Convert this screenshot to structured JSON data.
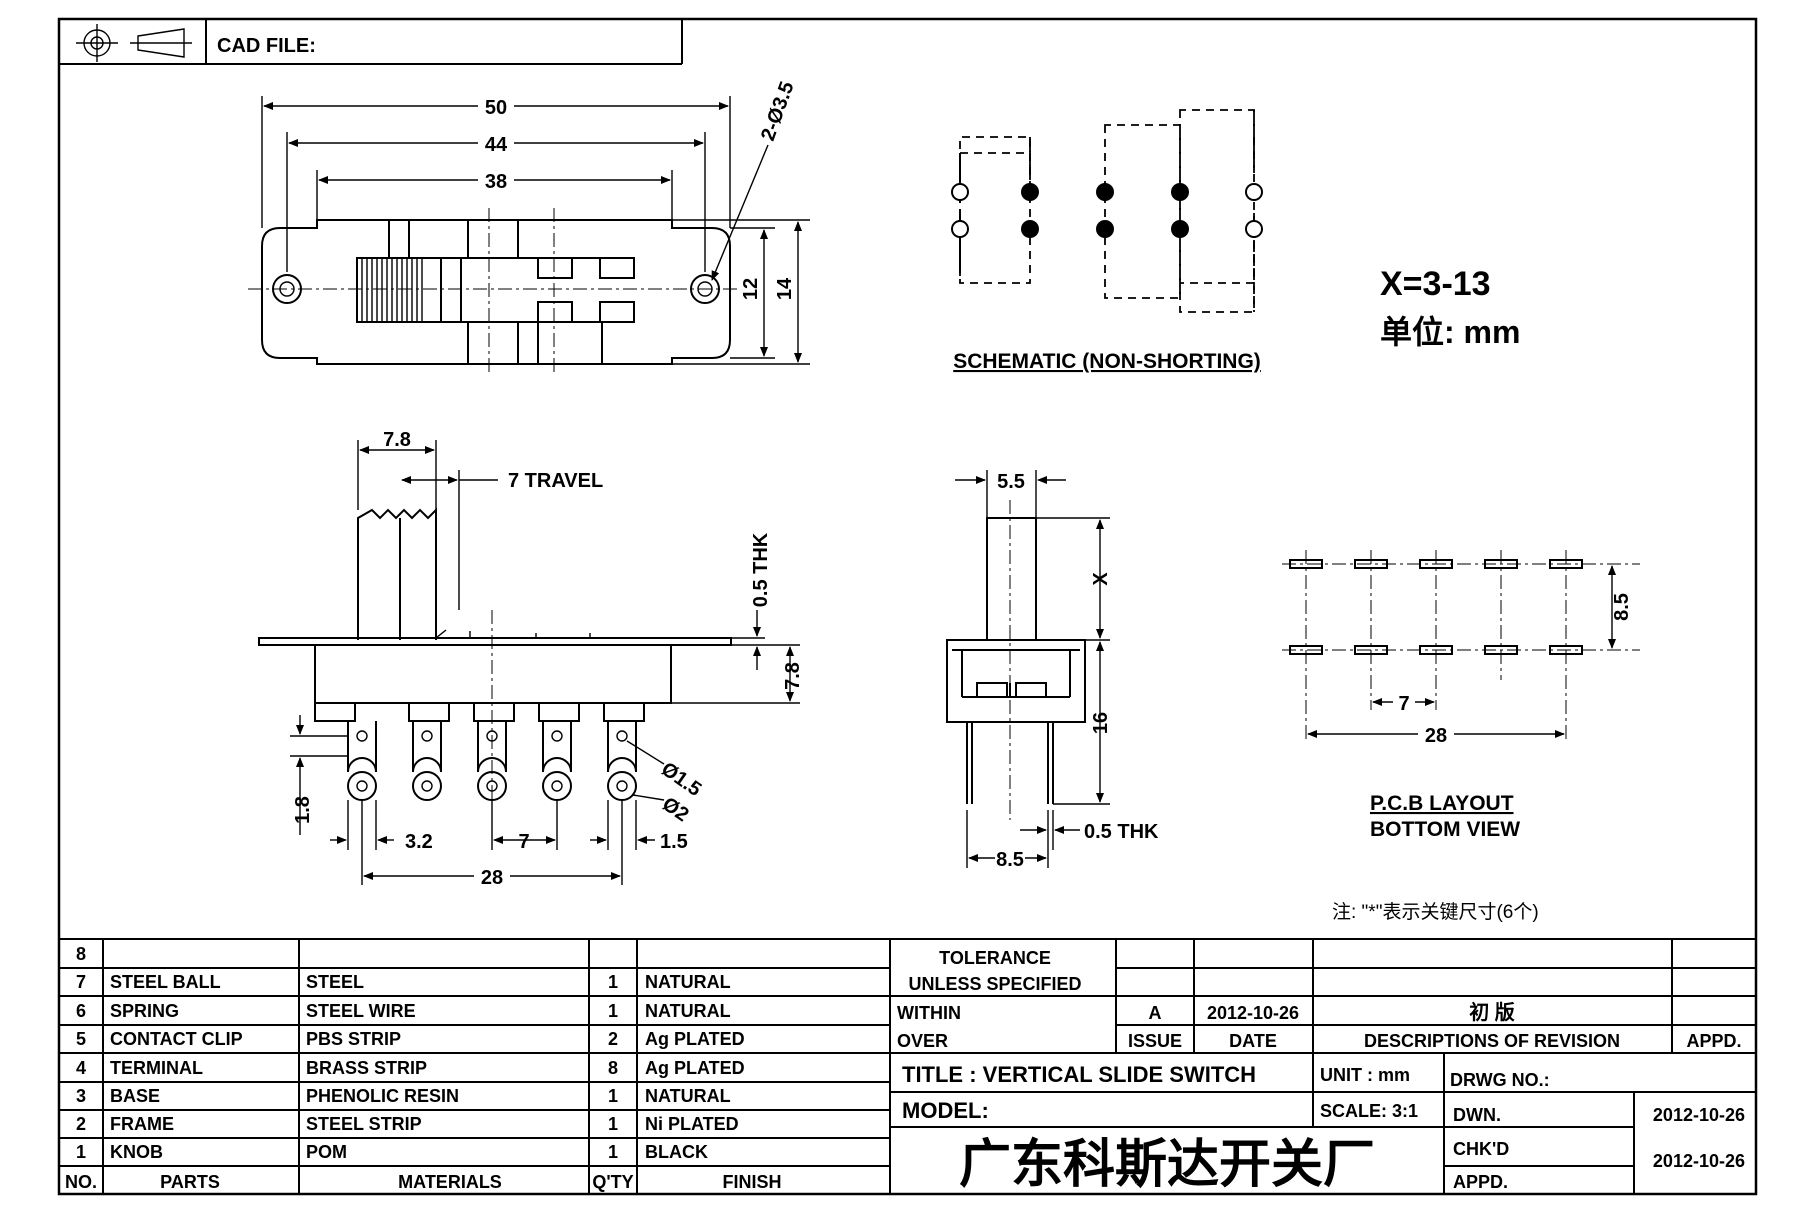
{
  "header": {
    "cad_file_label": "CAD FILE:"
  },
  "top_view": {
    "dims": {
      "d50": "50",
      "d44": "44",
      "d38": "38",
      "hole": "2-Ø3.5",
      "d12": "12",
      "d14": "14"
    }
  },
  "schematic": {
    "title": "SCHEMATIC (NON-SHORTING)"
  },
  "note_x": "X=3-13",
  "unit_note": "单位: mm",
  "side_view": {
    "dims": {
      "d7_8_top": "7.8",
      "travel": "7 TRAVEL",
      "thk": "0.5 THK",
      "d7_8_right": "7.8",
      "d1_8": "1.8",
      "d3_2": "3.2",
      "d7": "7",
      "d1_5": "1.5",
      "d28": "28",
      "phi1_5": "Ø1.5",
      "phi2": "Ø2"
    }
  },
  "end_view": {
    "dims": {
      "d5_5": "5.5",
      "x": "X",
      "d16": "16",
      "thk": "0.5 THK",
      "d8_5": "8.5"
    }
  },
  "pcb": {
    "dims": {
      "d8_5": "8.5",
      "d7": "7",
      "d28": "28"
    },
    "title_1": "P.C.B LAYOUT",
    "title_2": "BOTTOM VIEW"
  },
  "footnote": "注: \"*\"表示关键尺寸(6个)",
  "bom": {
    "rows": [
      {
        "no": "8",
        "part": "",
        "material": "",
        "qty": "",
        "finish": ""
      },
      {
        "no": "7",
        "part": "STEEL BALL",
        "material": "STEEL",
        "qty": "1",
        "finish": "NATURAL"
      },
      {
        "no": "6",
        "part": "SPRING",
        "material": "STEEL WIRE",
        "qty": "1",
        "finish": "NATURAL"
      },
      {
        "no": "5",
        "part": "CONTACT CLIP",
        "material": "PBS STRIP",
        "qty": "2",
        "finish": "Ag PLATED"
      },
      {
        "no": "4",
        "part": "TERMINAL",
        "material": "BRASS STRIP",
        "qty": "8",
        "finish": "Ag PLATED"
      },
      {
        "no": "3",
        "part": "BASE",
        "material": "PHENOLIC RESIN",
        "qty": "1",
        "finish": "NATURAL"
      },
      {
        "no": "2",
        "part": "FRAME",
        "material": "STEEL STRIP",
        "qty": "1",
        "finish": "Ni PLATED"
      },
      {
        "no": "1",
        "part": "KNOB",
        "material": "POM",
        "qty": "1",
        "finish": "BLACK"
      }
    ],
    "headers": {
      "no": "NO.",
      "part": "PARTS",
      "material": "MATERIALS",
      "qty": "Q'TY",
      "finish": "FINISH"
    }
  },
  "title_block": {
    "tolerance": "TOLERANCE",
    "unless": "UNLESS SPECIFIED",
    "within": "WITHIN",
    "over": "OVER",
    "rev_issue": "A",
    "rev_date": "2012-10-26",
    "rev_desc": "初 版",
    "issue_label": "ISSUE",
    "date_label": "DATE",
    "desc_label": "DESCRIPTIONS OF REVISION",
    "appd_label": "APPD.",
    "title": "TITLE :  VERTICAL SLIDE SWITCH",
    "unit": "UNIT :  mm",
    "drwg_no": "DRWG NO.:",
    "model": "MODEL:",
    "scale": "SCALE:  3:1",
    "company": "广东科斯达开关厂",
    "dwn_label": "DWN.",
    "dwn_date": "2012-10-26",
    "chkd_label": "CHK'D",
    "chkd_date": "2012-10-26",
    "appd2_label": "APPD."
  }
}
